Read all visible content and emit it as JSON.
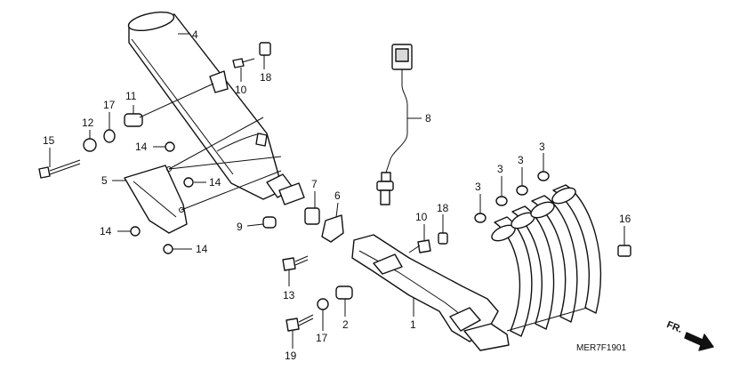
{
  "callouts": {
    "c4": "4",
    "c18a": "18",
    "c10a": "10",
    "c11": "11",
    "c17a": "17",
    "c12": "12",
    "c15": "15",
    "c14a": "14",
    "c5": "5",
    "c14b": "14",
    "c14c": "14",
    "c14d": "14",
    "c9": "9",
    "c7": "7",
    "c6": "6",
    "c8": "8",
    "c10b": "10",
    "c18b": "18",
    "c13": "13",
    "c2": "2",
    "c17b": "17",
    "c19": "19",
    "c1": "1",
    "c3a": "3",
    "c3b": "3",
    "c3c": "3",
    "c3d": "3",
    "c16": "16"
  },
  "diagram_code": "MER7F1901",
  "direction_label": "FR.",
  "colors": {
    "ink": "#111111",
    "background": "#ffffff"
  }
}
